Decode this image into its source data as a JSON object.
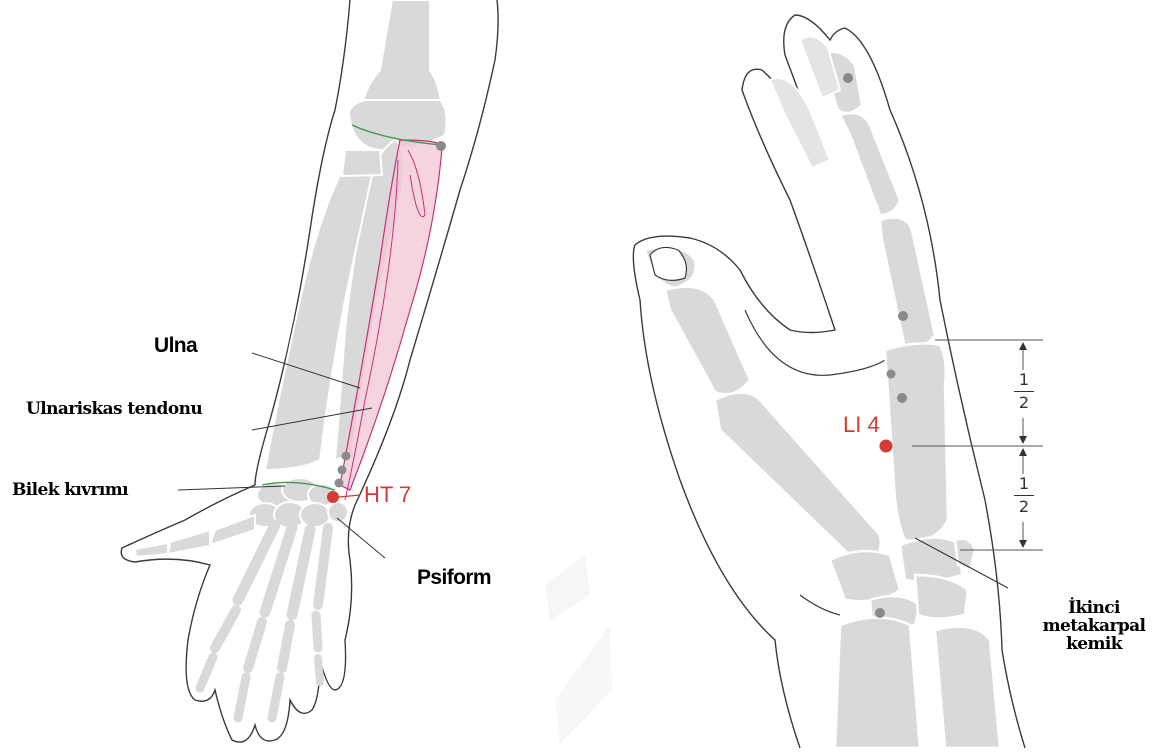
{
  "colors": {
    "bone": "#d9d9d9",
    "bone_outline": "#ffffff",
    "skin_outline": "#3a3a3a",
    "point_red": "#d63a34",
    "landmark_gray": "#8a8a8a",
    "muscle_pink": "#f2c6d6",
    "muscle_outline": "#c0337a",
    "crease_green": "#3f9a4a",
    "leader_line": "#333333"
  },
  "left_figure": {
    "labels": {
      "ulna": "Ulna",
      "tendon": "Ulnariskas tendonu",
      "wrist_crease": "Bilek kıvrımı",
      "pisiform": "Psiform"
    },
    "point": {
      "name": "HT 7"
    }
  },
  "right_figure": {
    "point": {
      "name": "LI 4"
    },
    "measure": {
      "upper": {
        "num": "1",
        "den": "2"
      },
      "lower": {
        "num": "1",
        "den": "2"
      }
    },
    "labels": {
      "metacarpal_line1": "İkinci",
      "metacarpal_line2": "metakarpal",
      "metacarpal_line3": "kemik"
    }
  }
}
